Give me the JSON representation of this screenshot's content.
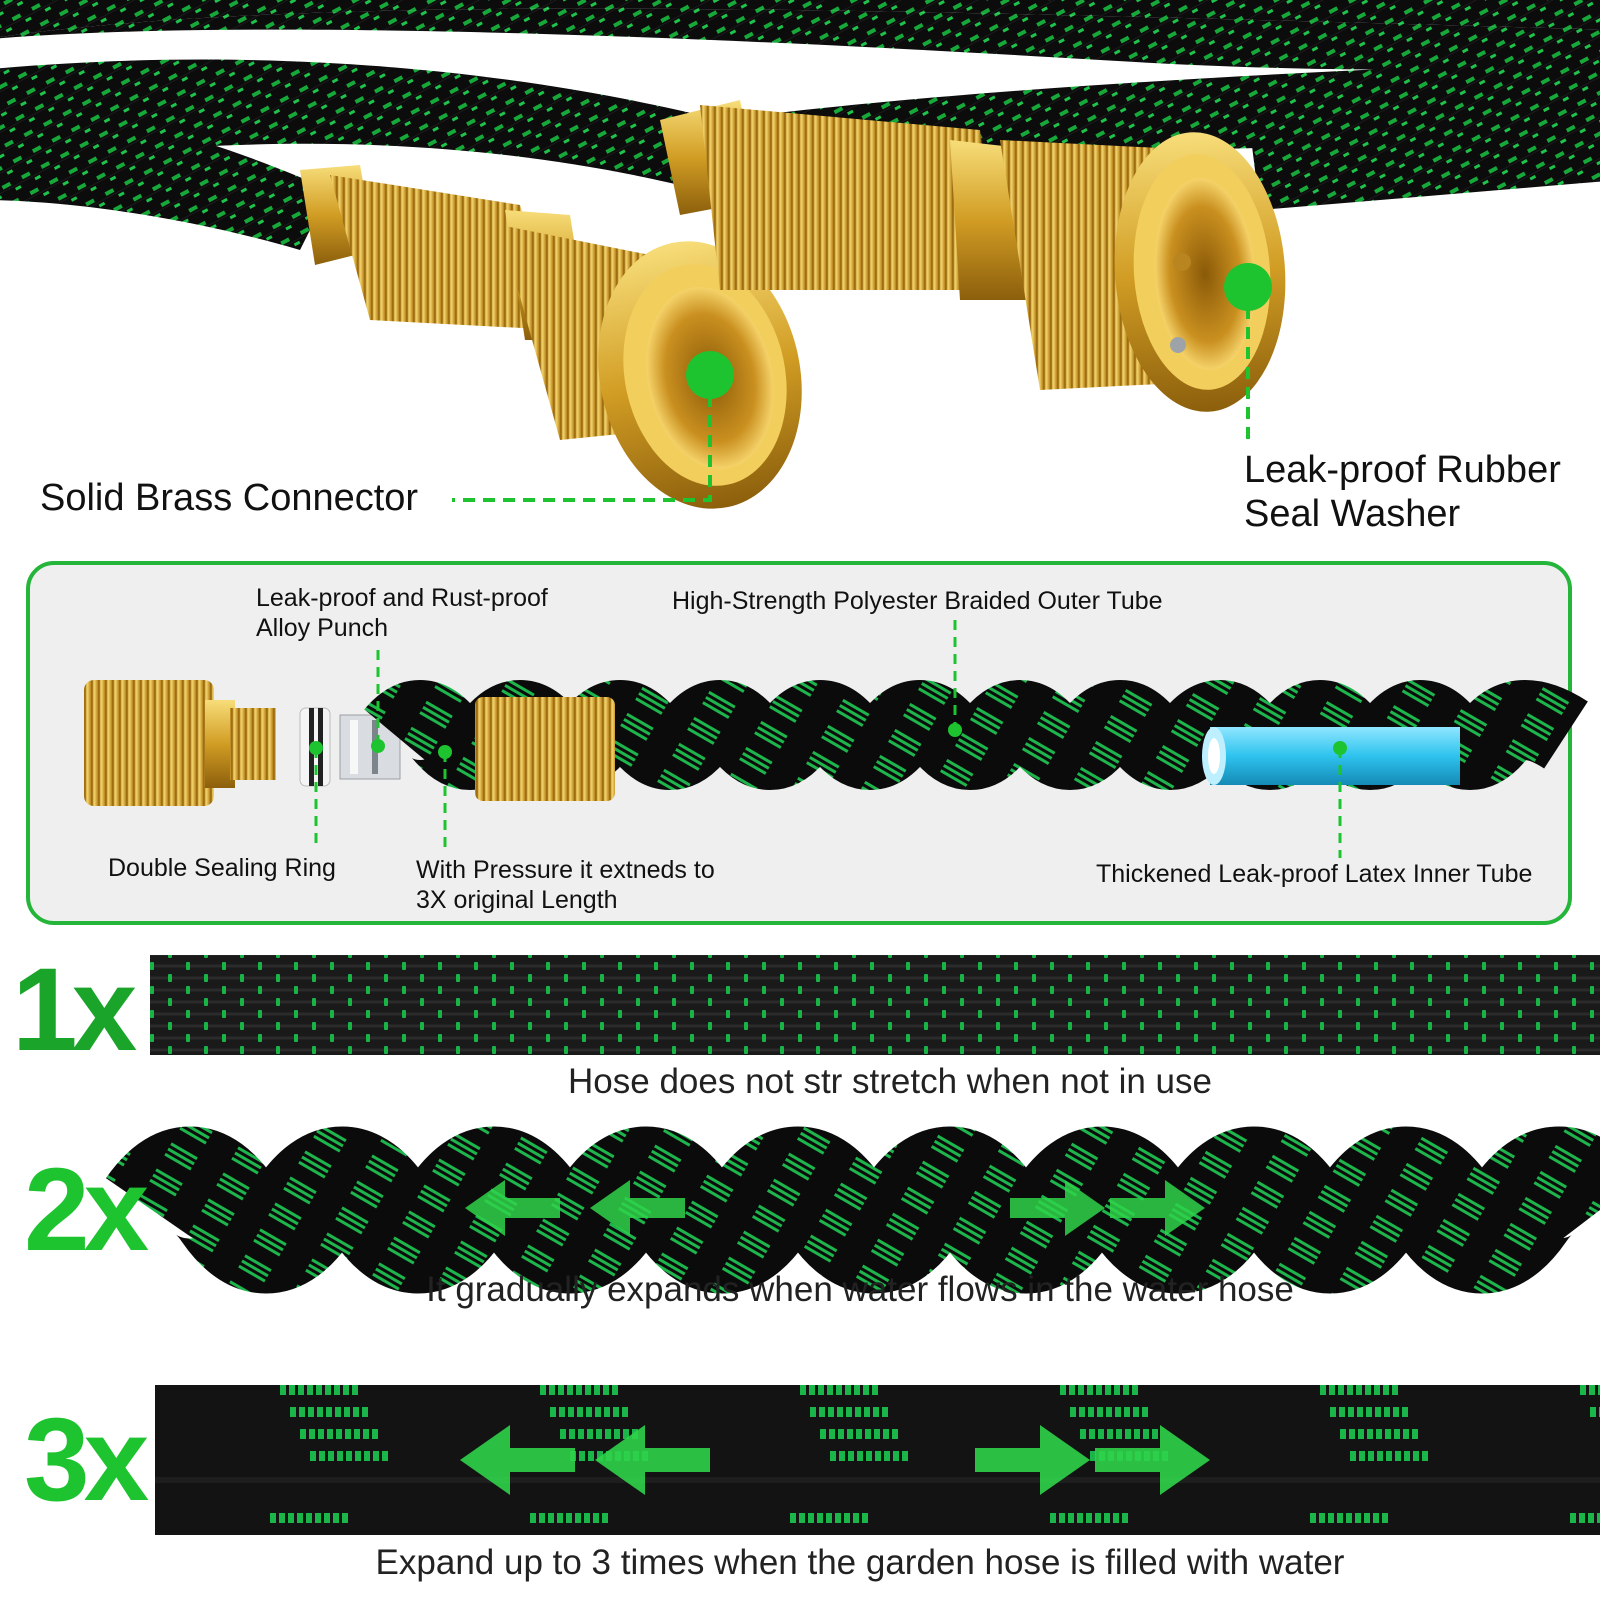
{
  "colors": {
    "accent": "#1ec42f",
    "braid_green": "#16b13b",
    "brass": "#d4a52e",
    "panel_bg": "#efefef",
    "inner_tube": "#33c8ef"
  },
  "top_callouts": {
    "connector": "Solid Brass Connector",
    "washer_line1": "Leak-proof Rubber",
    "washer_line2": "Seal Washer"
  },
  "diagram": {
    "alloy_punch_line1": "Leak-proof and Rust-proof",
    "alloy_punch_line2": "Alloy Punch",
    "outer_tube": "High-Strength Polyester Braided Outer Tube",
    "sealing_ring": "Double Sealing Ring",
    "pressure_line1": "With Pressure it extneds to",
    "pressure_line2": "3X original Length",
    "inner_tube": "Thickened Leak-proof Latex Inner Tube"
  },
  "stages": [
    {
      "multiplier": "1x",
      "caption": "Hose does not str stretch when not in use"
    },
    {
      "multiplier": "2x",
      "caption": "It gradually expands when water flows in the water hose"
    },
    {
      "multiplier": "3x",
      "caption": "Expand up to 3 times when the garden hose is filled with water"
    }
  ]
}
